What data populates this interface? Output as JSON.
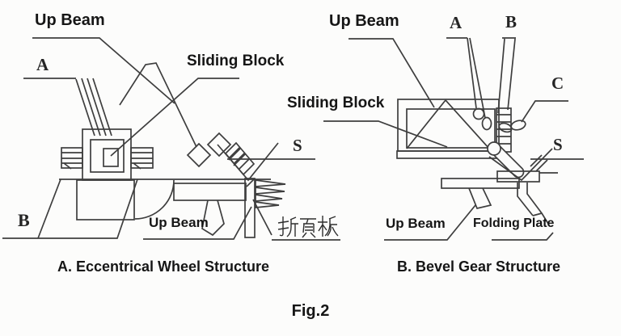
{
  "figure_caption": "Fig.2",
  "panel_a": {
    "caption": "A. Eccentrical Wheel Structure",
    "labels": {
      "up_beam_top": "Up Beam",
      "point_a": "A",
      "sliding_block": "Sliding Block",
      "point_b": "B",
      "point_s": "S",
      "up_beam_bottom": "Up Beam",
      "folding_plate_cn": "折页板"
    }
  },
  "panel_b": {
    "caption": "B. Bevel Gear Structure",
    "labels": {
      "up_beam_top": "Up Beam",
      "point_a": "A",
      "point_b": "B",
      "point_c": "C",
      "sliding_block": "Sliding Block",
      "point_s": "S",
      "up_beam_bottom": "Up Beam",
      "folding_plate": "Folding Plate"
    }
  },
  "colors": {
    "line": "#3e3e3e",
    "text": "#161616",
    "background": "#fcfcfb"
  }
}
